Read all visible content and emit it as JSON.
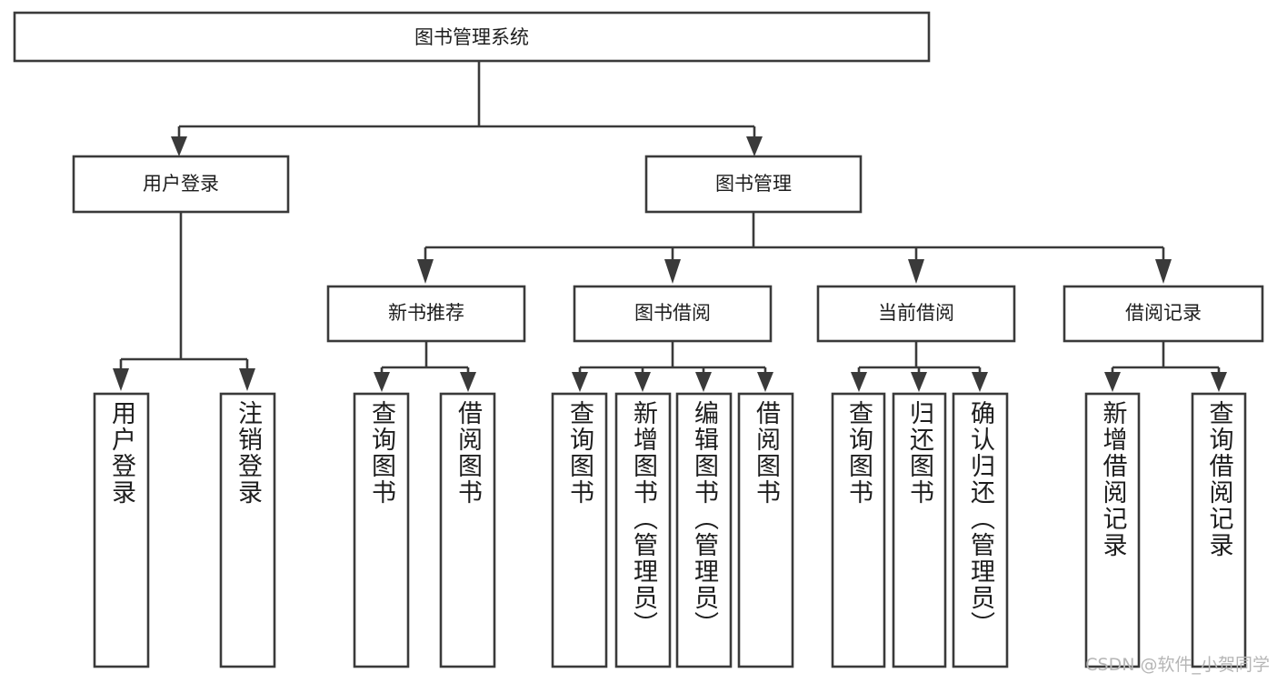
{
  "diagram": {
    "type": "tree",
    "title": "图书管理系统",
    "watermark": "CSDN @软件_小贺同学",
    "colors": {
      "box_stroke": "#3a3a3a",
      "box_fill": "#ffffff",
      "text": "#1d1d1d",
      "background": "#ffffff",
      "watermark": "#b6b6b6"
    },
    "root": {
      "label": "图书管理系统",
      "level": 0
    },
    "level1": [
      {
        "label": "用户登录"
      },
      {
        "label": "图书管理"
      }
    ],
    "level2": [
      {
        "label": "新书推荐",
        "parent": "图书管理"
      },
      {
        "label": "图书借阅",
        "parent": "图书管理"
      },
      {
        "label": "当前借阅",
        "parent": "图书管理"
      },
      {
        "label": "借阅记录",
        "parent": "图书管理"
      }
    ],
    "leaves": {
      "用户登录": [
        {
          "label": "用户登录"
        },
        {
          "label": "注销登录"
        }
      ],
      "新书推荐": [
        {
          "label": "查询图书"
        },
        {
          "label": "借阅图书"
        }
      ],
      "图书借阅": [
        {
          "label": "查询图书"
        },
        {
          "label": "新增图书（管理员）"
        },
        {
          "label": "编辑图书（管理员）"
        },
        {
          "label": "借阅图书"
        }
      ],
      "当前借阅": [
        {
          "label": "查询图书"
        },
        {
          "label": "归还图书"
        },
        {
          "label": "确认归还（管理员）"
        }
      ],
      "借阅记录": [
        {
          "label": "新增借阅记录"
        },
        {
          "label": "查询借阅记录"
        }
      ]
    }
  }
}
